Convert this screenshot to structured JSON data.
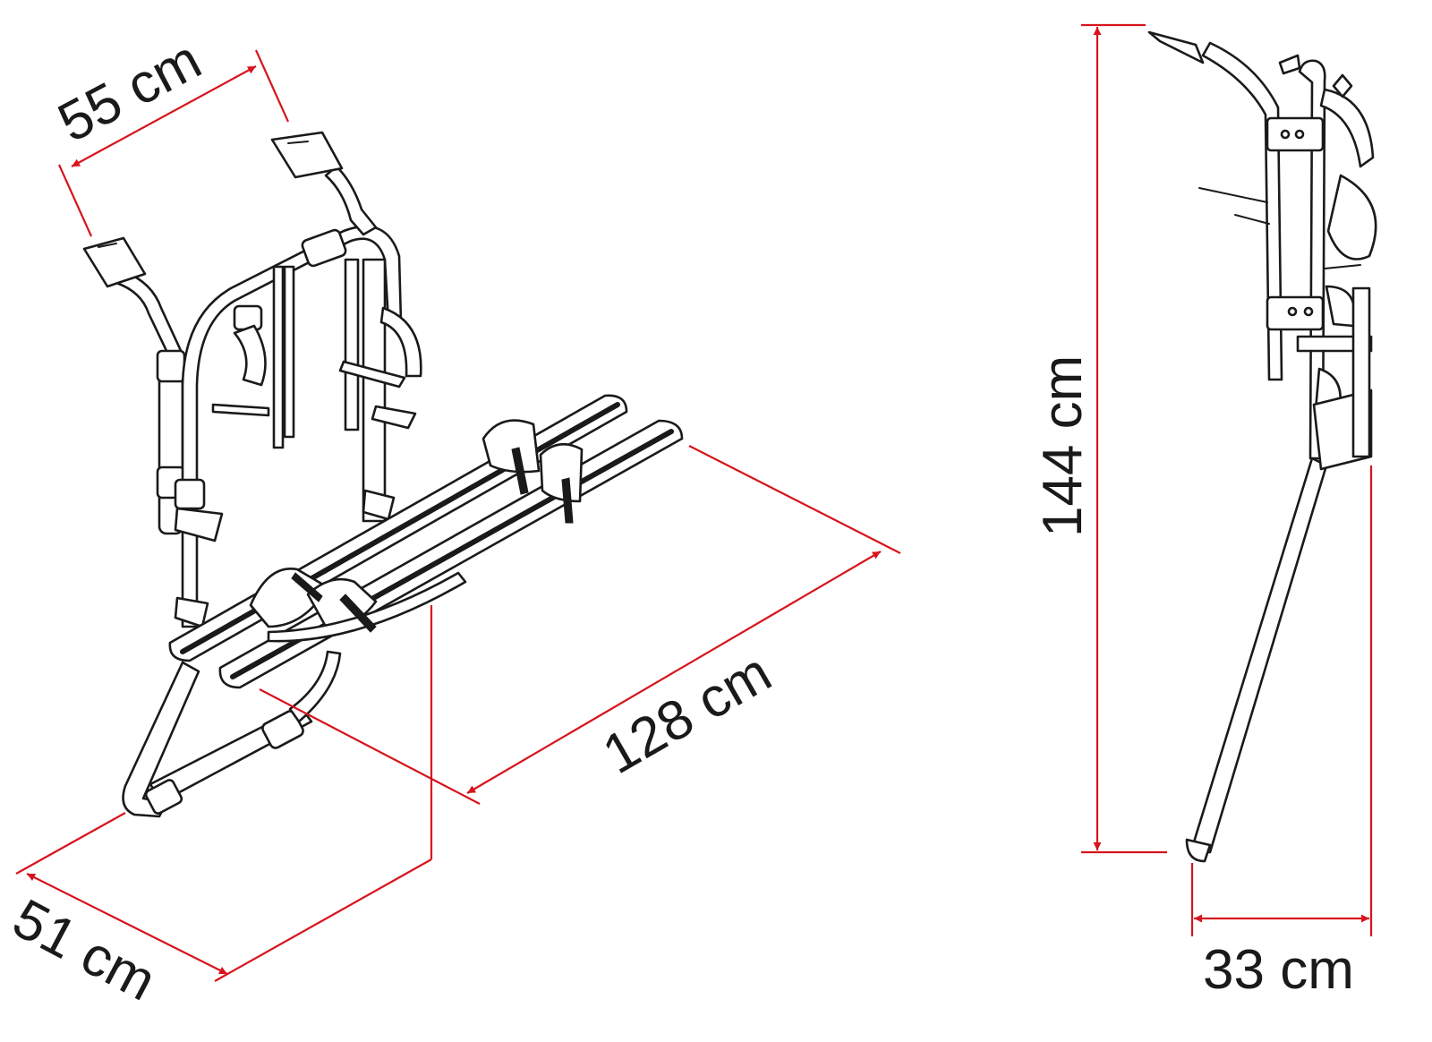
{
  "colors": {
    "dimension_line": "#d7141d",
    "outline": "#1a1a1a",
    "background": "#ffffff"
  },
  "dimensions": {
    "width_top": "55 cm",
    "length_platform": "128 cm",
    "depth_base": "51 cm",
    "height_side": "144 cm",
    "depth_side": "33 cm"
  }
}
